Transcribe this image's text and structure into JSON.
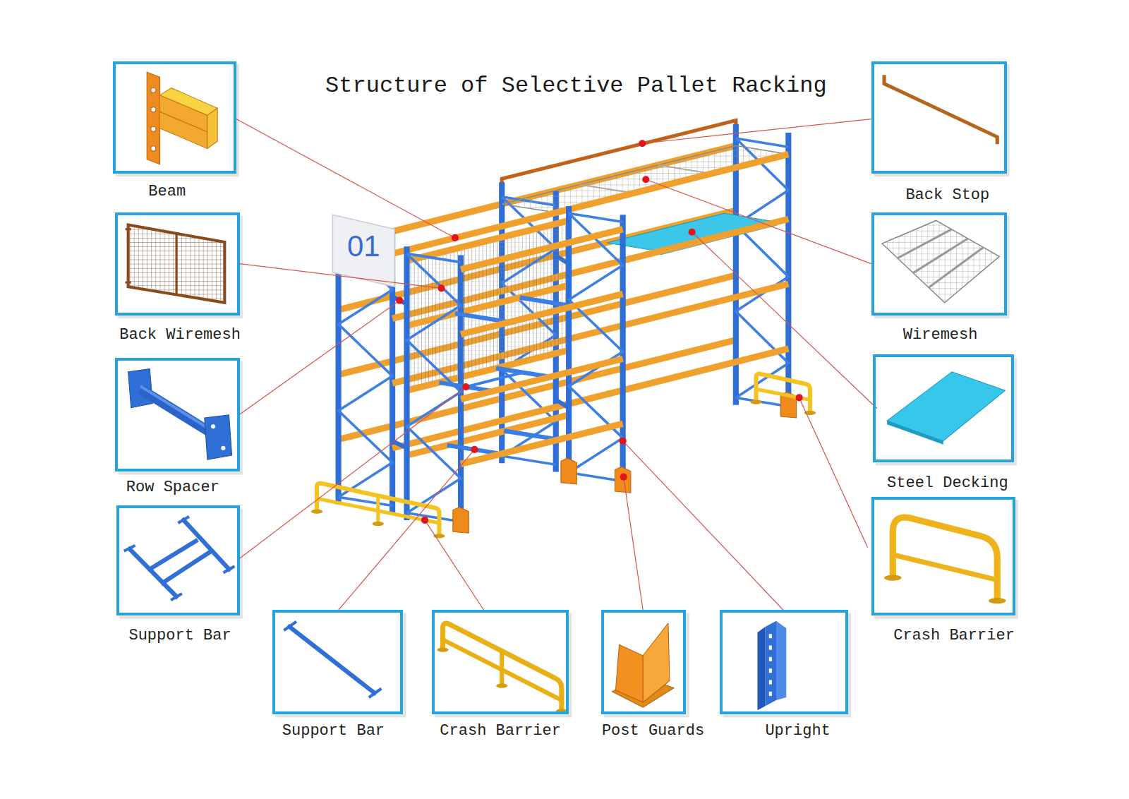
{
  "diagram": {
    "title": "Structure of Selective Pallet Racking",
    "nodes": [
      {
        "text": [
          "Beam"
        ]
      },
      {
        "text": [
          "Back Stop"
        ]
      },
      {
        "text": [
          "Back Wiremesh"
        ]
      },
      {
        "text": [
          "Wiremesh"
        ]
      },
      {
        "text": [
          "Row Spacer"
        ]
      },
      {
        "text": [
          "Steel Decking"
        ]
      },
      {
        "text": [
          "Support Bar"
        ]
      },
      {
        "text": [
          "Crash Barrier"
        ]
      },
      {
        "text": [
          "Support Bar"
        ]
      },
      {
        "text": [
          "Crash Barrier"
        ]
      },
      {
        "text": [
          "Post Guards"
        ]
      },
      {
        "text": [
          "Upright"
        ]
      }
    ],
    "labels": [
      "01"
    ]
  }
}
